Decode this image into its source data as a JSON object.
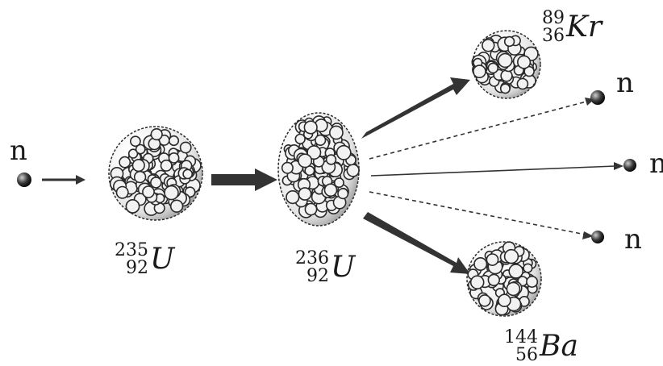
{
  "neutron_label": "n",
  "isotopes": {
    "u235": {
      "mass": "235",
      "atomic": "92",
      "symbol": "U"
    },
    "u236": {
      "mass": "236",
      "atomic": "92",
      "symbol": "U"
    },
    "kr89": {
      "mass": "89",
      "atomic": "36",
      "symbol": "Kr"
    },
    "ba144": {
      "mass": "144",
      "atomic": "56",
      "symbol": "Ba"
    }
  },
  "colors": {
    "ink": "#1a1a1a",
    "arrow": "#333333",
    "nucleus_fill": "#f2f2f2",
    "nucleus_outline": "#2a2a2a"
  }
}
